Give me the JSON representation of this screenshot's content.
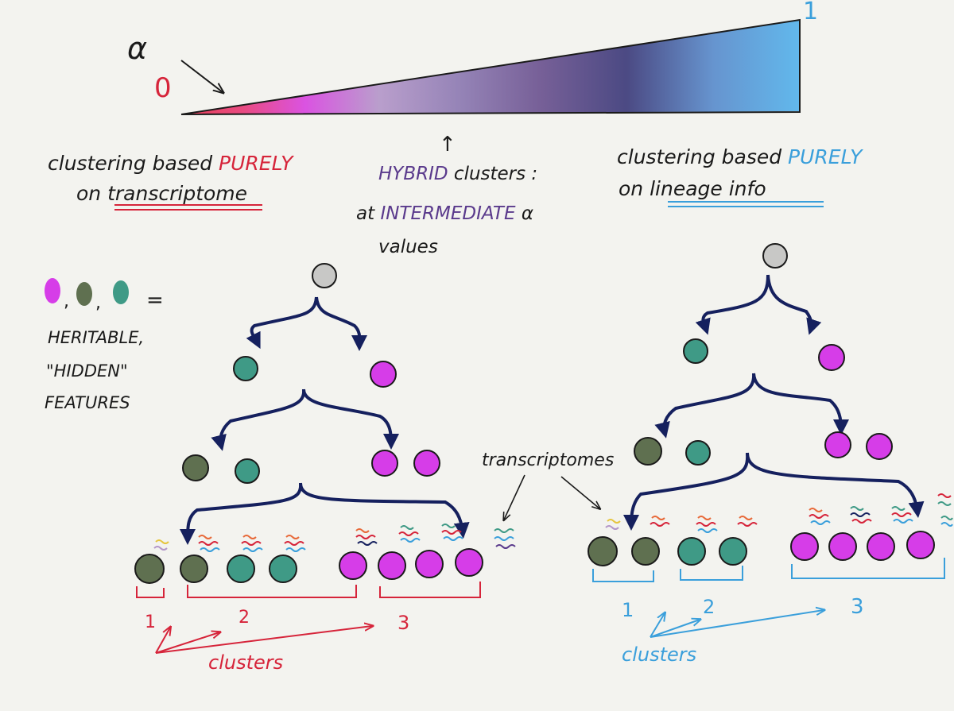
{
  "alpha_scale": {
    "symbol": "α",
    "min_label": "0",
    "max_label": "1"
  },
  "left_label": {
    "line1_prefix": "clustering based ",
    "line1_emph": "PURELY",
    "line2_prefix": "on ",
    "line2_emph": "transcriptome"
  },
  "right_label": {
    "line1_prefix": "clustering based ",
    "line1_emph": "PURELY",
    "line2_prefix": "on ",
    "line2_emph": "lineage info"
  },
  "middle_label": {
    "arrow": "↑",
    "line1_emph": "HYBRID",
    "line1_rest": " clusters :",
    "line2_prefix": "at ",
    "line2_emph": "INTERMEDIATE",
    "line2_symbol": " α",
    "line3": "values"
  },
  "legend": {
    "equals": "=",
    "line1": "HERITABLE,",
    "line2": "\"HIDDEN\"",
    "line3": "FEATURES",
    "colors": [
      "#d63de8",
      "#5f7050",
      "#3f9a86"
    ]
  },
  "annotations": {
    "transcriptomes": "transcriptomes"
  },
  "left_clusters": {
    "numbers": [
      "1",
      "2",
      "3"
    ],
    "caption": "clusters"
  },
  "right_clusters": {
    "numbers": [
      "1",
      "2",
      "3"
    ],
    "caption": "clusters"
  },
  "colors": {
    "magenta": "#d63de8",
    "olive": "#5f7050",
    "teal": "#3f9a86",
    "grey": "#c8c8c6",
    "arrow_navy": "#15205e",
    "red_ink": "#d6243a",
    "blue_ink": "#3a9fdb",
    "purple_ink": "#5a3a8c",
    "black_ink": "#1a1a1a"
  }
}
